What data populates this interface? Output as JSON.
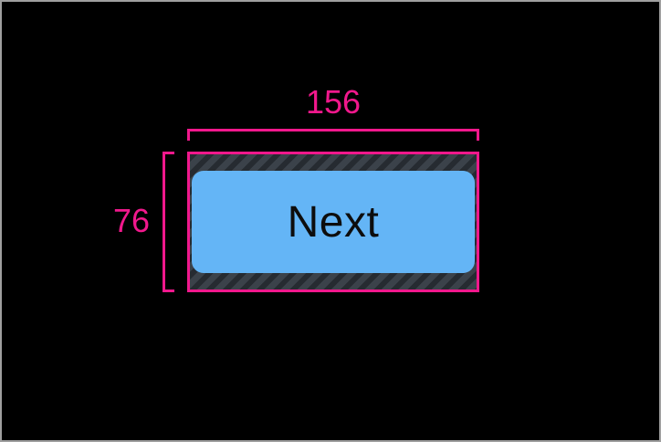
{
  "canvas": {
    "background_color": "#000000",
    "border_color": "#9f9f9f"
  },
  "measurement_overlay": {
    "accent_color": "#f1188c",
    "width_label": "156",
    "height_label": "76"
  },
  "button": {
    "label": "Next",
    "fill_color": "#64b5f6",
    "text_color": "#0d0d0d"
  },
  "padding_hatch": {
    "base_color": "#3b424a",
    "stripe_color": "#262b31"
  }
}
